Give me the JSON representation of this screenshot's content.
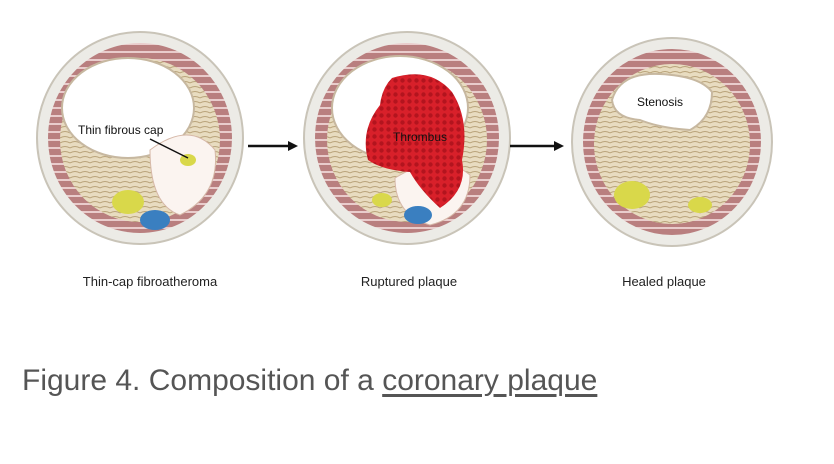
{
  "figure": {
    "panels": [
      {
        "label": "Thin-cap fibroatheroma",
        "inner_label": "Thin fibrous cap"
      },
      {
        "label": "Ruptured plaque",
        "inner_label": "Thrombus"
      },
      {
        "label": "Healed plaque",
        "inner_label": "Stenosis"
      }
    ]
  },
  "caption": {
    "prefix": "Figure 4. Composition of a ",
    "link": "coronary plaque"
  },
  "colors": {
    "vessel_wall": "#b07a7a",
    "wall_stripe": "#e8c8c8",
    "thrombus": "#d8202a",
    "calcium": "#3a7fc0",
    "lipid": "#d9d84a",
    "arrow": "#111111",
    "caption_text": "#555555"
  }
}
